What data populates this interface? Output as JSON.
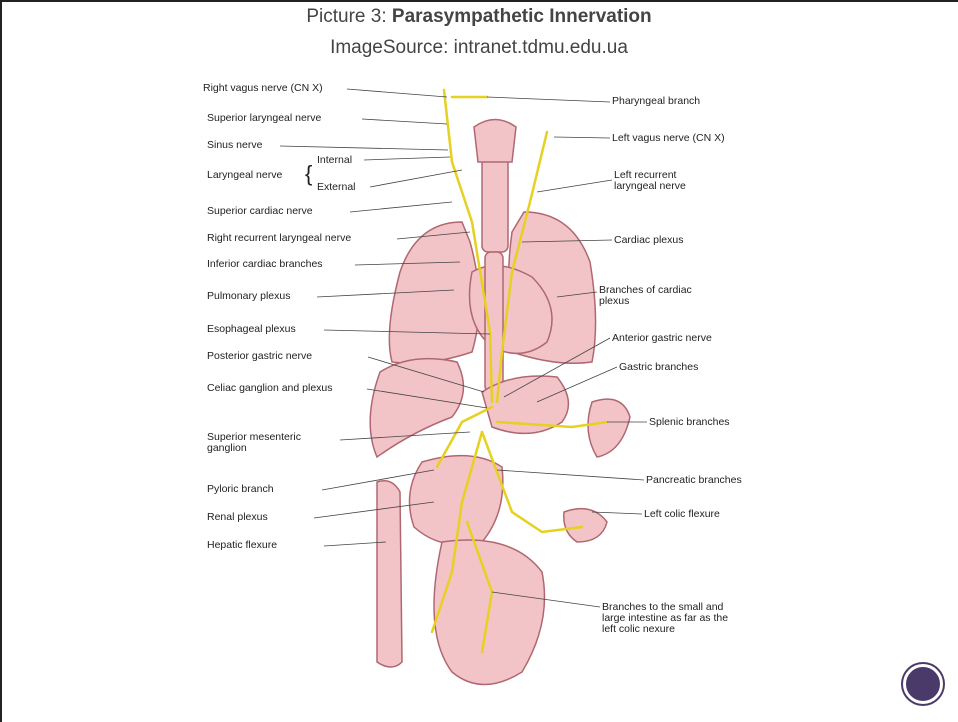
{
  "header": {
    "prefix": "Picture 3: ",
    "title": "Parasympathetic Innervation",
    "source": "ImageSource: intranet.tdmu.edu.ua"
  },
  "labels_left": {
    "right_vagus": "Right vagus nerve (CN X)",
    "superior_laryngeal": "Superior laryngeal nerve",
    "sinus": "Sinus nerve",
    "laryngeal": "Laryngeal nerve",
    "internal": "Internal",
    "external": "External",
    "superior_cardiac": "Superior cardiac nerve",
    "right_recurrent": "Right recurrent laryngeal nerve",
    "inferior_cardiac": "Inferior cardiac branches",
    "pulmonary": "Pulmonary plexus",
    "esophageal": "Esophageal plexus",
    "posterior_gastric": "Posterior gastric nerve",
    "celiac": "Celiac ganglion and plexus",
    "sup_mesenteric_1": "Superior mesenteric",
    "sup_mesenteric_2": "ganglion",
    "pyloric": "Pyloric branch",
    "renal": "Renal plexus",
    "hepatic": "Hepatic flexure"
  },
  "labels_right": {
    "pharyngeal": "Pharyngeal branch",
    "left_vagus": "Left vagus nerve (CN X)",
    "left_recurrent_1": "Left recurrent",
    "left_recurrent_2": "laryngeal nerve",
    "cardiac_plexus": "Cardiac plexus",
    "branches_cardiac_1": "Branches of cardiac",
    "branches_cardiac_2": "plexus",
    "anterior_gastric": "Anterior gastric nerve",
    "gastric_branches": "Gastric branches",
    "splenic": "Splenic branches",
    "pancreatic": "Pancreatic branches",
    "left_colic": "Left colic flexure",
    "small_large_1": "Branches to the small and",
    "small_large_2": "large intestine as far as the",
    "small_large_3": "left colic nexure"
  },
  "colors": {
    "organ": "#f2c4c8",
    "organ_stroke": "#b06870",
    "nerve": "#e6d020",
    "leader": "#444444",
    "nav_button": "#4a3a6a"
  },
  "controls": {
    "nav_icon": "circle-nav-icon"
  }
}
